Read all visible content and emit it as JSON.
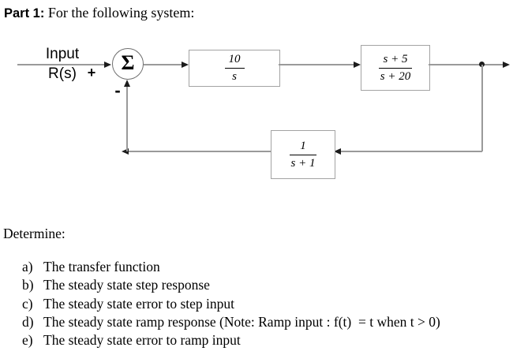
{
  "title": {
    "part_label": "Part 1:",
    "rest": " For the following system:"
  },
  "diagram": {
    "input_label": "Input",
    "input_signal": "R(s)",
    "plus_sign": "+",
    "minus_sign": "-",
    "sigma": "Σ",
    "blocks": [
      {
        "name": "forward-block-1",
        "numerator": "10",
        "denominator": "s"
      },
      {
        "name": "forward-block-2",
        "numerator": "s + 5",
        "denominator": "s + 20"
      },
      {
        "name": "feedback-block",
        "numerator": "1",
        "denominator": "s + 1"
      }
    ]
  },
  "determine": {
    "heading": "Determine:",
    "items": [
      {
        "letter": "a)",
        "text": "The transfer function"
      },
      {
        "letter": "b)",
        "text": "The steady state step response"
      },
      {
        "letter": "c)",
        "text": "The steady state error to step input"
      },
      {
        "letter": "d)",
        "text": "The steady state ramp response (Note: Ramp input : f(t)  = t when t > 0)"
      },
      {
        "letter": "e)",
        "text": "The steady state error to ramp input"
      }
    ]
  },
  "colors": {
    "line": "#9a9a9a",
    "box_border": "#a3a3a3",
    "circle_border": "#6e6e6e",
    "arrow": "#1c1c1c",
    "dot": "#1c1c1c",
    "text": "#000000"
  }
}
